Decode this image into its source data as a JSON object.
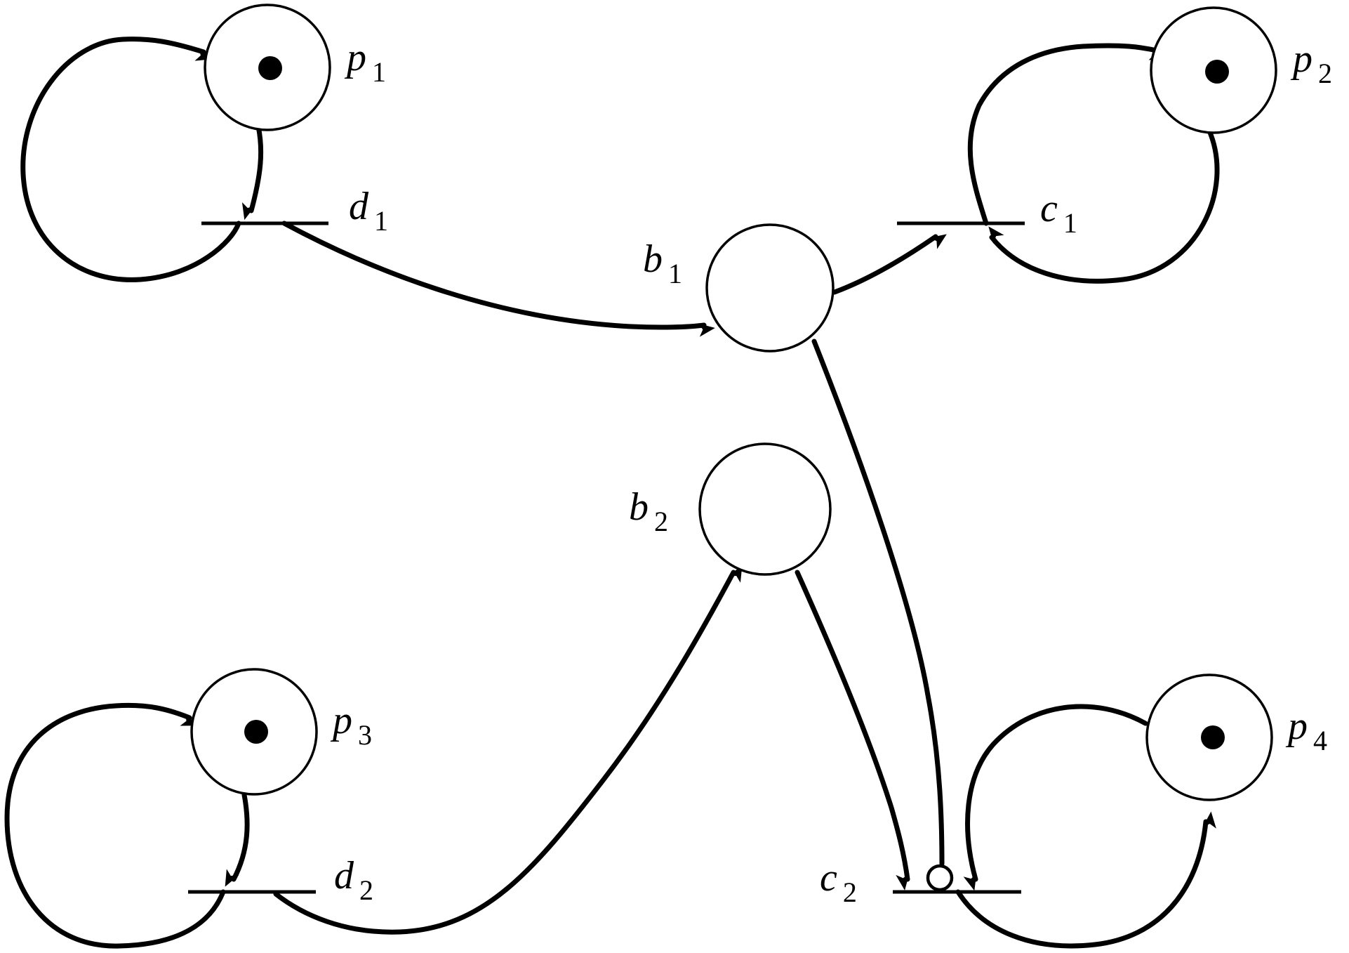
{
  "places": {
    "p1": {
      "name": "p",
      "sub": "1",
      "tokens": 1
    },
    "p2": {
      "name": "p",
      "sub": "2",
      "tokens": 1
    },
    "p3": {
      "name": "p",
      "sub": "3",
      "tokens": 1
    },
    "p4": {
      "name": "p",
      "sub": "4",
      "tokens": 1
    },
    "b1": {
      "name": "b",
      "sub": "1",
      "tokens": 0
    },
    "b2": {
      "name": "b",
      "sub": "2",
      "tokens": 0
    }
  },
  "transitions": {
    "d1": {
      "name": "d",
      "sub": "1"
    },
    "d2": {
      "name": "d",
      "sub": "2"
    },
    "c1": {
      "name": "c",
      "sub": "1"
    },
    "c2": {
      "name": "c",
      "sub": "2"
    }
  },
  "arcs": [
    {
      "from": "d1",
      "to": "p1",
      "kind": "normal"
    },
    {
      "from": "p1",
      "to": "d1",
      "kind": "normal"
    },
    {
      "from": "d1",
      "to": "b1",
      "kind": "normal"
    },
    {
      "from": "b1",
      "to": "c1",
      "kind": "normal"
    },
    {
      "from": "p2",
      "to": "c1",
      "kind": "normal"
    },
    {
      "from": "c1",
      "to": "p2",
      "kind": "normal"
    },
    {
      "from": "d2",
      "to": "p3",
      "kind": "normal"
    },
    {
      "from": "p3",
      "to": "d2",
      "kind": "normal"
    },
    {
      "from": "d2",
      "to": "b2",
      "kind": "normal"
    },
    {
      "from": "b2",
      "to": "c2",
      "kind": "normal"
    },
    {
      "from": "b1",
      "to": "c2",
      "kind": "inhibitor"
    },
    {
      "from": "p4",
      "to": "c2",
      "kind": "normal"
    },
    {
      "from": "c2",
      "to": "p4",
      "kind": "normal"
    }
  ]
}
